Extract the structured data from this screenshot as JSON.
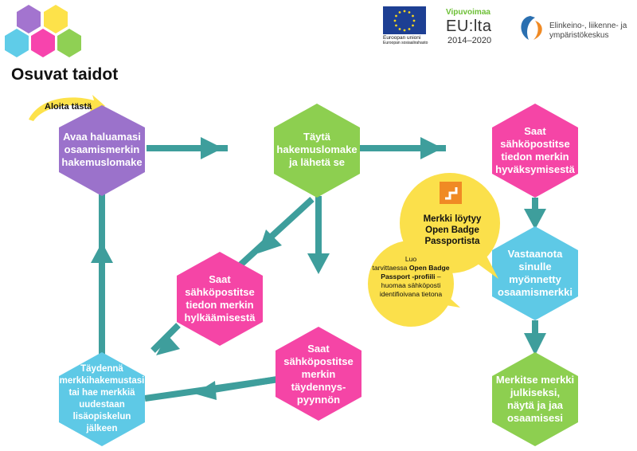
{
  "brand": {
    "name": "Osuvat taidot",
    "hex_colors": [
      "#a374cf",
      "#fde24a",
      "#5fcce8",
      "#f744ad",
      "#8fd054"
    ]
  },
  "logos": {
    "eu_flag_caption": "Euroopan unioni",
    "eu_flag_subcaption": "Euroopan sosiaalirahasto",
    "vipuvoimaa_line1": "Vipuvoimaa",
    "vipuvoimaa_line2": "EU:lta",
    "vipuvoimaa_line3": "2014–2020",
    "ely_text": "Elinkeino-, liikenne- ja\nympäristökeskus"
  },
  "start_label": "Aloita tästä",
  "nodes": [
    {
      "id": "open",
      "text": "Avaa haluamasi\nosaamismerkin\nhakemuslomake",
      "color": "#9b72cb"
    },
    {
      "id": "fill",
      "text": "Täytä\nhakemuslomake\nja lähetä se",
      "color": "#8dcf50"
    },
    {
      "id": "approved",
      "text": "Saat\nsähköpostitse\ntiedon merkin\nhyväksymisestä",
      "color": "#f545a6"
    },
    {
      "id": "rejected",
      "text": "Saat\nsähköpostitse\ntiedon merkin\nhylkäämisestä",
      "color": "#f545a6"
    },
    {
      "id": "supplement",
      "text": "Saat\nsähköpostitse\nmerkin\ntäydennys-\npyynnön",
      "color": "#f545a6"
    },
    {
      "id": "receive",
      "text": "Vastaanota\nsinulle\nmyönnetty\nosaamismerkki",
      "color": "#5ec9e6"
    },
    {
      "id": "complete",
      "text": "Täydennä\nmerkkihakemustasi\ntai hae merkkiä\nuudestaan\nlisäopiskelun\njälkeen",
      "color": "#5ec9e6"
    },
    {
      "id": "share",
      "text": "Merkitse merkki\njulkiseksi,\nnäytä ja jaa\nosaamisesi",
      "color": "#8dcf50"
    }
  ],
  "bubble": {
    "title": "Merkki löytyy\nOpen Badge\nPassportista",
    "small_before": "Luo\ntarvittaessa",
    "small_bold": "Open Badge Passport -profiili",
    "small_after": " – huomaa sähköposti identifioivana tietona",
    "color": "#fbe04b"
  },
  "arrow_color": "#3e9e9c"
}
